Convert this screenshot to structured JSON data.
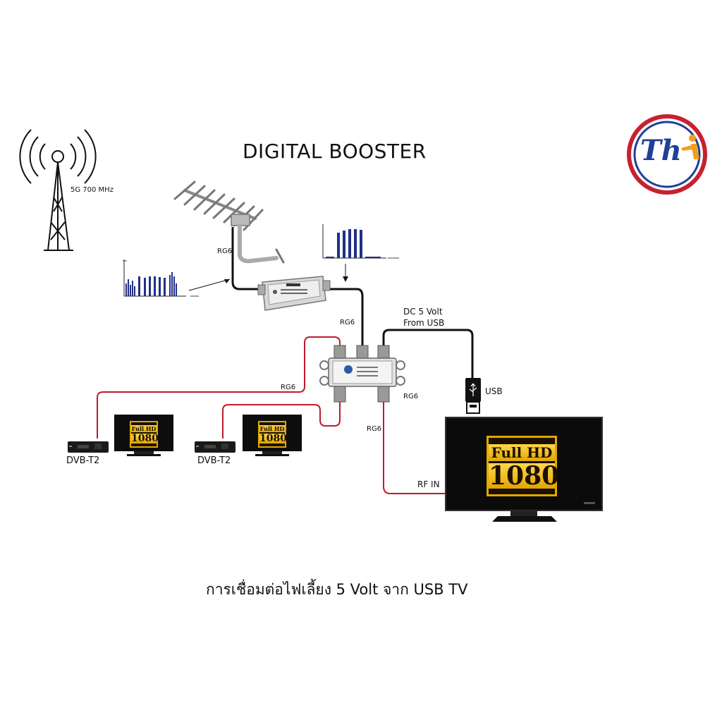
{
  "title": "DIGITAL BOOSTER",
  "tower": {
    "label": "5G  700 MHz"
  },
  "cables": {
    "antenna_label": "RG6",
    "splitter_in_label": "RG6",
    "left_out_label": "RG6",
    "right_out_label": "RG6",
    "tv_feed_label": "RG6",
    "rf_in_label": "RF IN"
  },
  "power": {
    "line1": "DC 5 Volt",
    "line2": "From USB",
    "usb_label": "USB"
  },
  "receivers": [
    {
      "label": "DVB-T2",
      "hd_top": "Full HD",
      "hd_bottom": "1080"
    },
    {
      "label": "DVB-T2",
      "hd_top": "Full HD",
      "hd_bottom": "1080"
    }
  ],
  "main_tv": {
    "hd_top": "Full HD",
    "hd_bottom": "1080"
  },
  "caption": "การเชื่อมต่อไฟเลี้ยง 5 Volt จาก  USB TV",
  "logo": {
    "text": "Th"
  },
  "colors": {
    "coax_red": "#c0192e",
    "coax_black": "#111111",
    "spectrum_blue": "#1f2f8a",
    "logo_ring_red": "#c8202f",
    "logo_blue": "#1f3f9a",
    "logo_orange": "#f0a020",
    "hd_gold": "#e2a400"
  }
}
